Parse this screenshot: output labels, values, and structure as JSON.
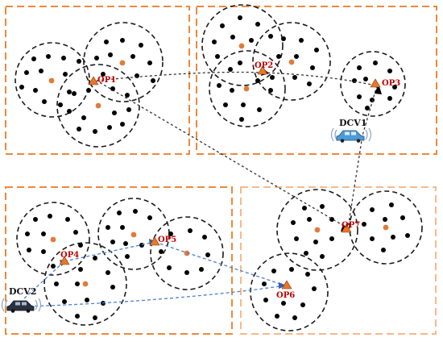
{
  "op_labels": [
    "OP1",
    "OP2",
    "OP3",
    "OP4",
    "OP5",
    "OP6",
    "OP7"
  ],
  "vehicle_labels": [
    "DCV1",
    "DCV2"
  ],
  "colors": {
    "region_border": "#F0883A",
    "region_border_light": "#F6B98A",
    "cluster_circle": "#1A1A1A",
    "node": "#000000",
    "cluster_head": "#E07B39",
    "op_marker": "#E8762B",
    "op_label": "#C00000",
    "dcv1_path": "#333333",
    "dcv2_path": "#4A7FD4",
    "vehicle_body_dcv1": "#4C9BD8",
    "vehicle_body_dcv2": "#2A3140"
  },
  "icons": {
    "vehicle": "car-icon",
    "wireless": "signal-waves-icon",
    "op": "triangle-marker-icon",
    "direction": "arrowhead-icon"
  }
}
